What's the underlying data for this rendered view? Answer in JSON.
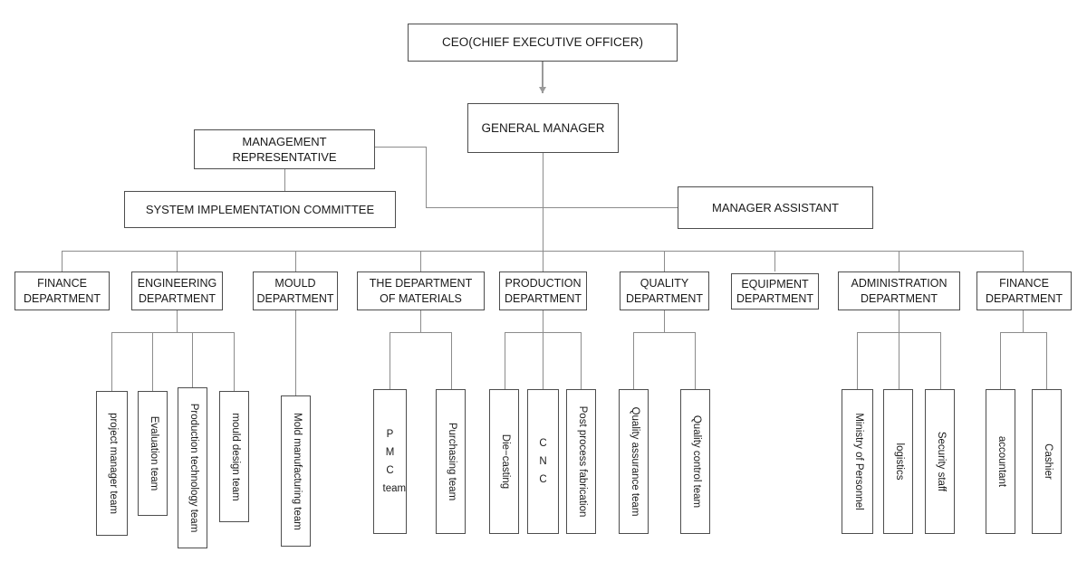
{
  "chart_data": {
    "type": "diagram",
    "title": "Company Organizational Chart",
    "orientation": "top-down-tree"
  },
  "nodes": {
    "ceo": "CEO(CHIEF EXECUTIVE OFFICER)",
    "general_manager": "GENERAL MANAGER",
    "management_representative_line1": "MANAGEMENT",
    "management_representative_line2": "REPRESENTATIVE",
    "system_implementation_committee": "SYSTEM IMPLEMENTATION COMMITTEE",
    "manager_assistant": "MANAGER ASSISTANT"
  },
  "departments": [
    {
      "id": "finance-1",
      "line1": "FINANCE",
      "line2": "DEPARTMENT"
    },
    {
      "id": "engineering",
      "line1": "ENGINEERING",
      "line2": "DEPARTMENT"
    },
    {
      "id": "mould",
      "line1": "MOULD",
      "line2": "DEPARTMENT"
    },
    {
      "id": "materials",
      "line1": "THE DEPARTMENT",
      "line2": "OF MATERIALS"
    },
    {
      "id": "production",
      "line1": "PRODUCTION",
      "line2": "DEPARTMENT"
    },
    {
      "id": "quality",
      "line1": "QUALITY",
      "line2": "DEPARTMENT"
    },
    {
      "id": "equipment",
      "line1": "EQUIPMENT",
      "line2": "DEPARTMENT"
    },
    {
      "id": "administration",
      "line1": "ADMINISTRATION",
      "line2": "DEPARTMENT"
    },
    {
      "id": "finance-2",
      "line1": "FINANCE",
      "line2": "DEPARTMENT"
    }
  ],
  "teams": [
    {
      "id": "project-manager-team",
      "label": "project manager team",
      "parent": "engineering"
    },
    {
      "id": "evaluation-team",
      "label": "Evaluation team",
      "parent": "engineering"
    },
    {
      "id": "production-technology-team",
      "label": "Production technology team",
      "parent": "engineering"
    },
    {
      "id": "mould-design-team",
      "label": "mould design team",
      "parent": "engineering"
    },
    {
      "id": "mold-manufacturing-team",
      "label": "Mold manufacturing team",
      "parent": "mould"
    },
    {
      "id": "pmc-team",
      "label": "P M C team",
      "parent": "materials"
    },
    {
      "id": "purchasing-team",
      "label": "Purchasing team",
      "parent": "materials"
    },
    {
      "id": "die-casting",
      "label": "Die−casting",
      "parent": "production"
    },
    {
      "id": "cnc",
      "label": "C N C",
      "parent": "production"
    },
    {
      "id": "post-process-fabrication",
      "label": "Post process fabrication",
      "parent": "production"
    },
    {
      "id": "quality-assurance-team",
      "label": "Quality assurance team",
      "parent": "quality"
    },
    {
      "id": "quality-control-team",
      "label": "Quality control team",
      "parent": "quality"
    },
    {
      "id": "ministry-of-personnel",
      "label": "Ministry of Personnel",
      "parent": "administration"
    },
    {
      "id": "logistics",
      "label": "logistics",
      "parent": "administration"
    },
    {
      "id": "security-staff",
      "label": "Security staff",
      "parent": "administration"
    },
    {
      "id": "accountant",
      "label": "accountant",
      "parent": "finance-2"
    },
    {
      "id": "cashier",
      "label": "Cashier",
      "parent": "finance-2"
    }
  ],
  "colors": {
    "box_border": "#4d4d4d",
    "connector": "#8c8c8c",
    "arrow": "#9a9a9a",
    "text": "#1a1a1a",
    "background": "#ffffff"
  }
}
